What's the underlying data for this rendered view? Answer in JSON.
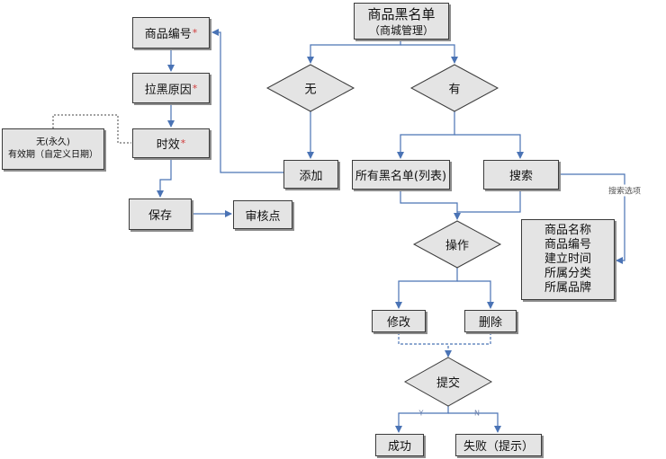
{
  "colors": {
    "connector": "#4a73b5",
    "box_fill": "#e4e4e4",
    "box_border": "#3b3b3b",
    "required_mark": "#d03a3a"
  },
  "nodes": {
    "title": {
      "line1": "商品黑名单",
      "line2": "（商城管理）"
    },
    "decision_none": "无",
    "decision_have": "有",
    "add": "添加",
    "product_code": "商品编号",
    "block_reason": "拉黑原因",
    "validity": "时效",
    "required_mark": "*",
    "validity_options": {
      "line1": "无(永久)",
      "line2": "有效期（自定义日期）"
    },
    "save": "保存",
    "audit_point": "审核点",
    "blacklist_all": "所有黑名单(列表)",
    "search": "搜索",
    "search_options_label": "搜索选项",
    "search_fields": [
      "商品名称",
      "商品编号",
      "建立时间",
      "所属分类",
      "所属品牌"
    ],
    "operate": "操作",
    "edit": "修改",
    "delete": "删除",
    "submit": "提交",
    "success": "成功",
    "fail": "失败（提示）",
    "yes_label": "Y",
    "no_label": "N"
  }
}
